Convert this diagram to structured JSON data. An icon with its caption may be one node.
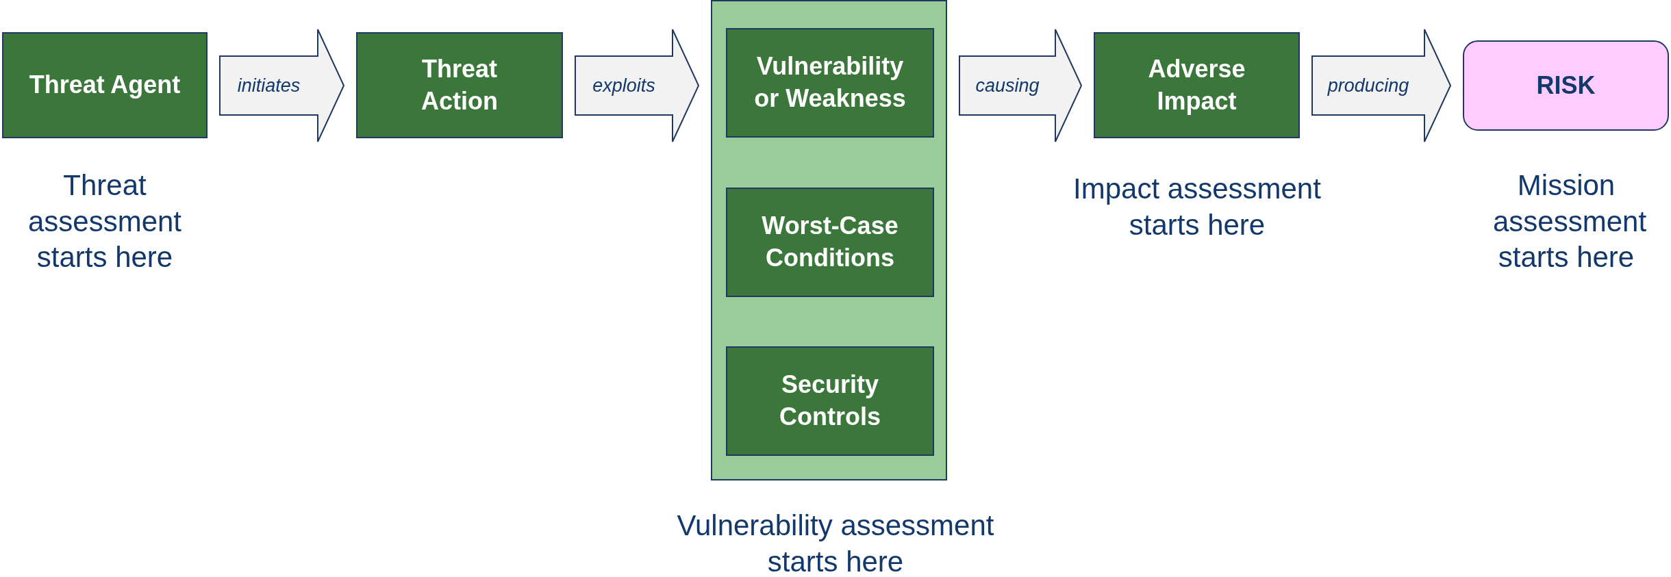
{
  "diagram": {
    "nodes": [
      {
        "text": [
          "Threat Agent"
        ],
        "beside": [
          "Threat assessment starts here"
        ]
      },
      {
        "text": [
          "Threat Action"
        ]
      },
      {
        "text": [],
        "shape": "box",
        "beside": [
          "Vulnerability assessment starts here"
        ]
      },
      {
        "text": [
          "Vulnerability or Weakness"
        ],
        "in": 2
      },
      {
        "text": [
          "Worst-Case Conditions"
        ],
        "in": 2
      },
      {
        "text": [
          "Security Controls"
        ],
        "in": 2
      },
      {
        "text": [
          "Adverse Impact"
        ],
        "beside": [
          "Impact assessment starts here"
        ]
      },
      {
        "text": [
          "RISK"
        ],
        "beside": [
          "Mission assessment starts here"
        ]
      }
    ],
    "edges": [
      {
        "from": 0,
        "to": 1,
        "arrow": "to",
        "label": "initiates"
      },
      {
        "from": 1,
        "to": 2,
        "arrow": "to",
        "label": "exploits"
      },
      {
        "from": 2,
        "to": 6,
        "arrow": "to",
        "label": "causing"
      },
      {
        "from": 6,
        "to": 7,
        "arrow": "to",
        "label": "producing"
      }
    ]
  }
}
